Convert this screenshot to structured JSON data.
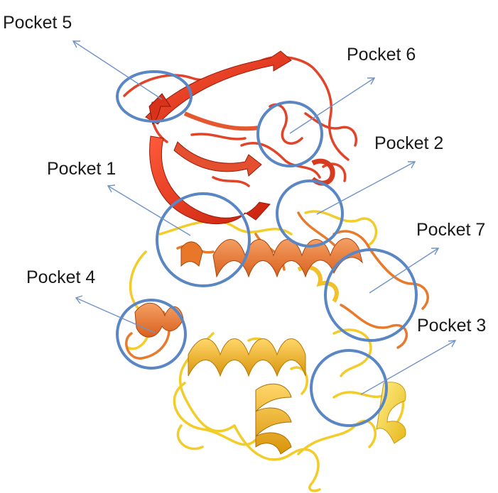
{
  "figure": {
    "pockets": [
      {
        "id": "5",
        "label": "Pocket 5"
      },
      {
        "id": "6",
        "label": "Pocket 6"
      },
      {
        "id": "2",
        "label": "Pocket 2"
      },
      {
        "id": "1",
        "label": "Pocket 1"
      },
      {
        "id": "7",
        "label": "Pocket 7"
      },
      {
        "id": "4",
        "label": "Pocket 4"
      },
      {
        "id": "3",
        "label": "Pocket 3"
      }
    ],
    "colors": {
      "ring": "#5b86c4",
      "arrow": "#6f93c8",
      "strand_red": "#e2381c",
      "helix_orange": "#ea7b2b",
      "helix_gold": "#f0ad1c",
      "coil_yellow": "#f5d23a"
    }
  }
}
